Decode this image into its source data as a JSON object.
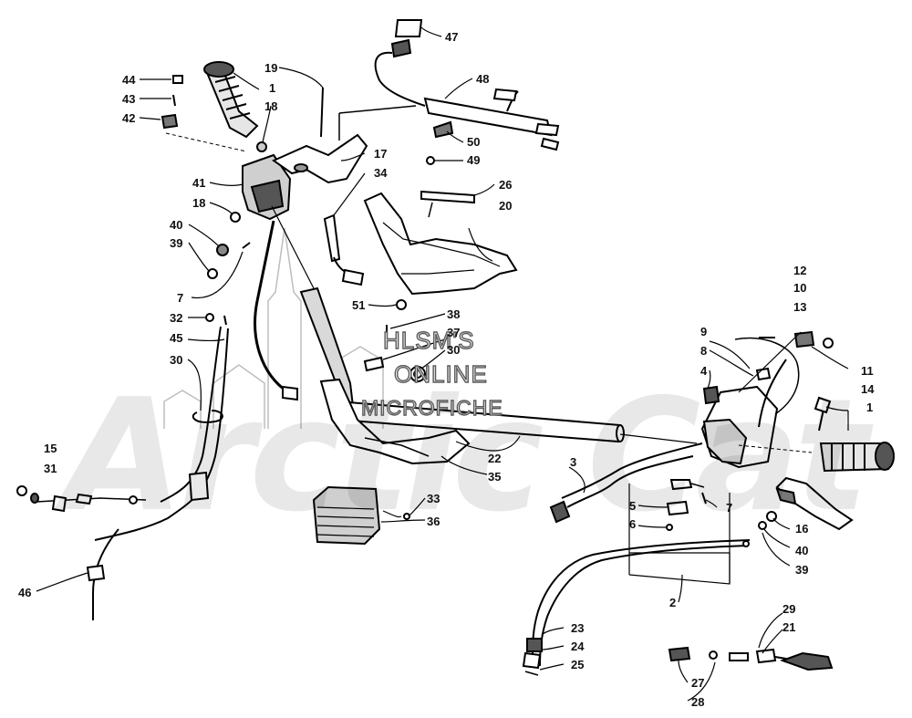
{
  "watermark": {
    "brand": "Arctic Cat",
    "line1": "HLSM'S",
    "line2": "ONLINE",
    "line3": "MICROFICHE"
  },
  "callouts": {
    "c44": "44",
    "c43": "43",
    "c42": "42",
    "c1_left": "1",
    "c19": "19",
    "c18_top": "18",
    "c17": "17",
    "c34": "34",
    "c47": "47",
    "c48": "48",
    "c50": "50",
    "c49": "49",
    "c26": "26",
    "c20": "20",
    "c41": "41",
    "c18_mid": "18",
    "c40_left": "40",
    "c39_left": "39",
    "c7_left": "7",
    "c51": "51",
    "c38": "38",
    "c37": "37",
    "c30_mid": "30",
    "c32": "32",
    "c45": "45",
    "c30_left": "30",
    "c15": "15",
    "c31": "31",
    "c33": "33",
    "c36": "36",
    "c46": "46",
    "c22": "22",
    "c35": "35",
    "c12": "12",
    "c10": "10",
    "c13": "13",
    "c9": "9",
    "c8": "8",
    "c4": "4",
    "c11": "11",
    "c14": "14",
    "c1_right": "1",
    "c3": "3",
    "c5": "5",
    "c6": "6",
    "c7_right": "7",
    "c16": "16",
    "c40_right": "40",
    "c39_right": "39",
    "c2": "2",
    "c23": "23",
    "c24": "24",
    "c25": "25",
    "c29": "29",
    "c21": "21",
    "c27": "27",
    "c28": "28"
  }
}
